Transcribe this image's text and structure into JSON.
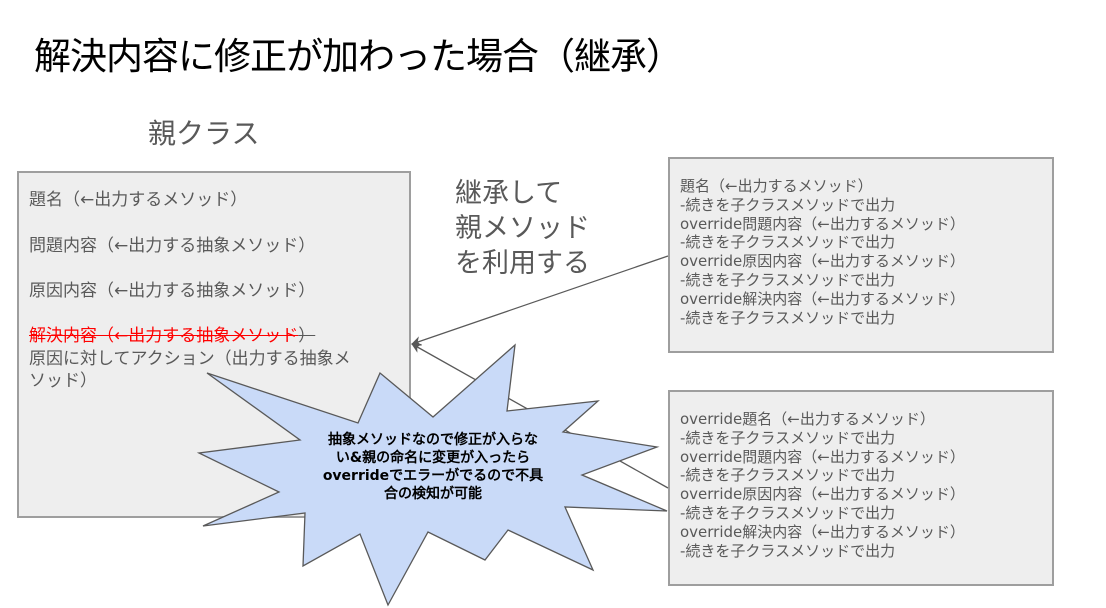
{
  "title": "解決内容に修正が加わった場合（継承）",
  "parent": {
    "heading": "親クラス",
    "lines": [
      "題名（←出力するメソッド）",
      "問題内容（←出力する抽象メソッド）",
      "原因内容（←出力する抽象メソッド）"
    ],
    "struck_red": "解決内容（←出力する抽象メソッド",
    "struck_gray": "）",
    "replacement_line1": "原因に対してアクション（出力する抽象メ",
    "replacement_line2": "ソッド）"
  },
  "inherit_label": [
    "継承して",
    "親メソッド",
    "を利用する"
  ],
  "child_top": {
    "lines": [
      "題名（←出力するメソッド）",
      "-続きを子クラスメソッドで出力",
      "override問題内容（←出力するメソッド）",
      "-続きを子クラスメソッドで出力",
      "override原因内容（←出力するメソッド）",
      "-続きを子クラスメソッドで出力",
      "override解決内容（←出力するメソッド）",
      "-続きを子クラスメソッドで出力"
    ]
  },
  "child_bottom": {
    "lines": [
      "override題名（←出力するメソッド）",
      "-続きを子クラスメソッドで出力",
      "override問題内容（←出力するメソッド）",
      "-続きを子クラスメソッドで出力",
      "override原因内容（←出力するメソッド）",
      "-続きを子クラスメソッドで出力",
      "override解決内容（←出力するメソッド）",
      "-続きを子クラスメソッドで出力"
    ]
  },
  "burst_callout": {
    "lines": [
      "抽象メソッドなので修正が入らな",
      "い&親の命名に変更が入ったら",
      "overrideでエラーがでるので不具",
      "合の検知が可能"
    ]
  },
  "colors": {
    "box_fill": "#eeeeee",
    "box_border": "#9e9e9e",
    "text_gray": "#595959",
    "strike_red": "#ff0000",
    "burst_fill": "#c9daf8",
    "arrow": "#595959"
  }
}
